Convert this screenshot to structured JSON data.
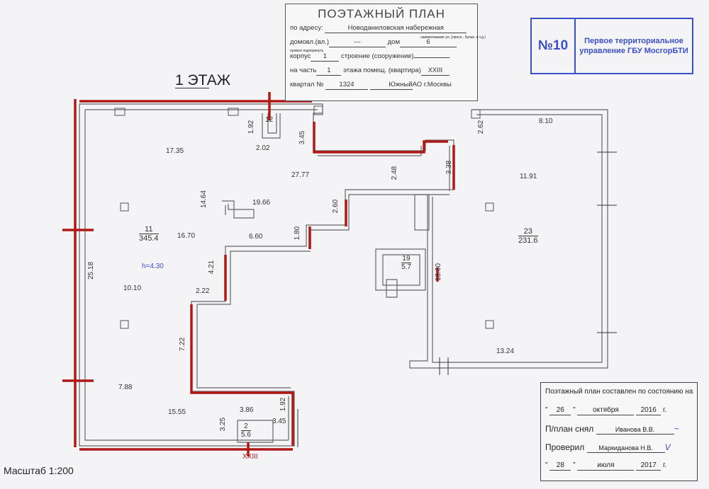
{
  "header": {
    "title": "ПОЭТАЖНЫЙ ПЛАН",
    "address_label": "по адресу:",
    "address": "Новоданиловская набережная",
    "address_hint": "наименование ул. (просп., бульв. и т.д.)",
    "domovl_label": "домовл.(вл.)",
    "domovl": "---",
    "dom_label": "дом",
    "dom": "6",
    "hint_underline": "нужное подчеркнуть",
    "korpus_label": "корпус",
    "korpus": "1",
    "stroenie_label": "строение (сооружение)",
    "part_label": "на часть",
    "part": "1",
    "floor_label": "этажа помещ. (квартира)",
    "apartment": "XXIII",
    "kvartal_label": "квартал №",
    "kvartal": "1324",
    "district": "Южный",
    "city": "АО г.Москвы"
  },
  "stamp": {
    "number": "№10",
    "text": "Первое территориальное управление ГБУ МосгорБТИ",
    "color": "#3a4fc8"
  },
  "floor_title": "1 ЭТАЖ",
  "scale": "Масштаб 1:200",
  "info": {
    "line1": "Поэтажный план составлен по состоянию на",
    "day1": "26",
    "month1": "октября",
    "year1": "2016",
    "g": "г.",
    "taken_label": "П/план снял",
    "taken_by": "Иванова В.В.",
    "checked_label": "Проверил",
    "checked_by": "Маркиданова Н.В.",
    "day2": "28",
    "month2": "июля",
    "year2": "2017"
  },
  "plan": {
    "rooms": [
      {
        "num": "11",
        "area": "345.4"
      },
      {
        "num": "23",
        "area": "231.6"
      },
      {
        "num": "19",
        "area": "5.7"
      },
      {
        "num": "2",
        "area": "5.6"
      },
      {
        "num": "12",
        "area": ""
      }
    ],
    "height": "h=4.30",
    "marker": "XXIII",
    "dims": [
      "1.92",
      "2.02",
      "17.35",
      "3.45",
      "27.77",
      "2.48",
      "3.38",
      "2.62",
      "8.10",
      "11.91",
      "14.64",
      "19.66",
      "2.60",
      "16.70",
      "6.60",
      "1.80",
      "25.18",
      "4.21",
      "13.00",
      "10.10",
      "2.22",
      "7.22",
      "13.24",
      "7.88",
      "15.55",
      "3.86",
      "1.92",
      "3.25",
      "3.45"
    ]
  },
  "colors": {
    "red_line": "#b01818",
    "wall": "#666"
  }
}
